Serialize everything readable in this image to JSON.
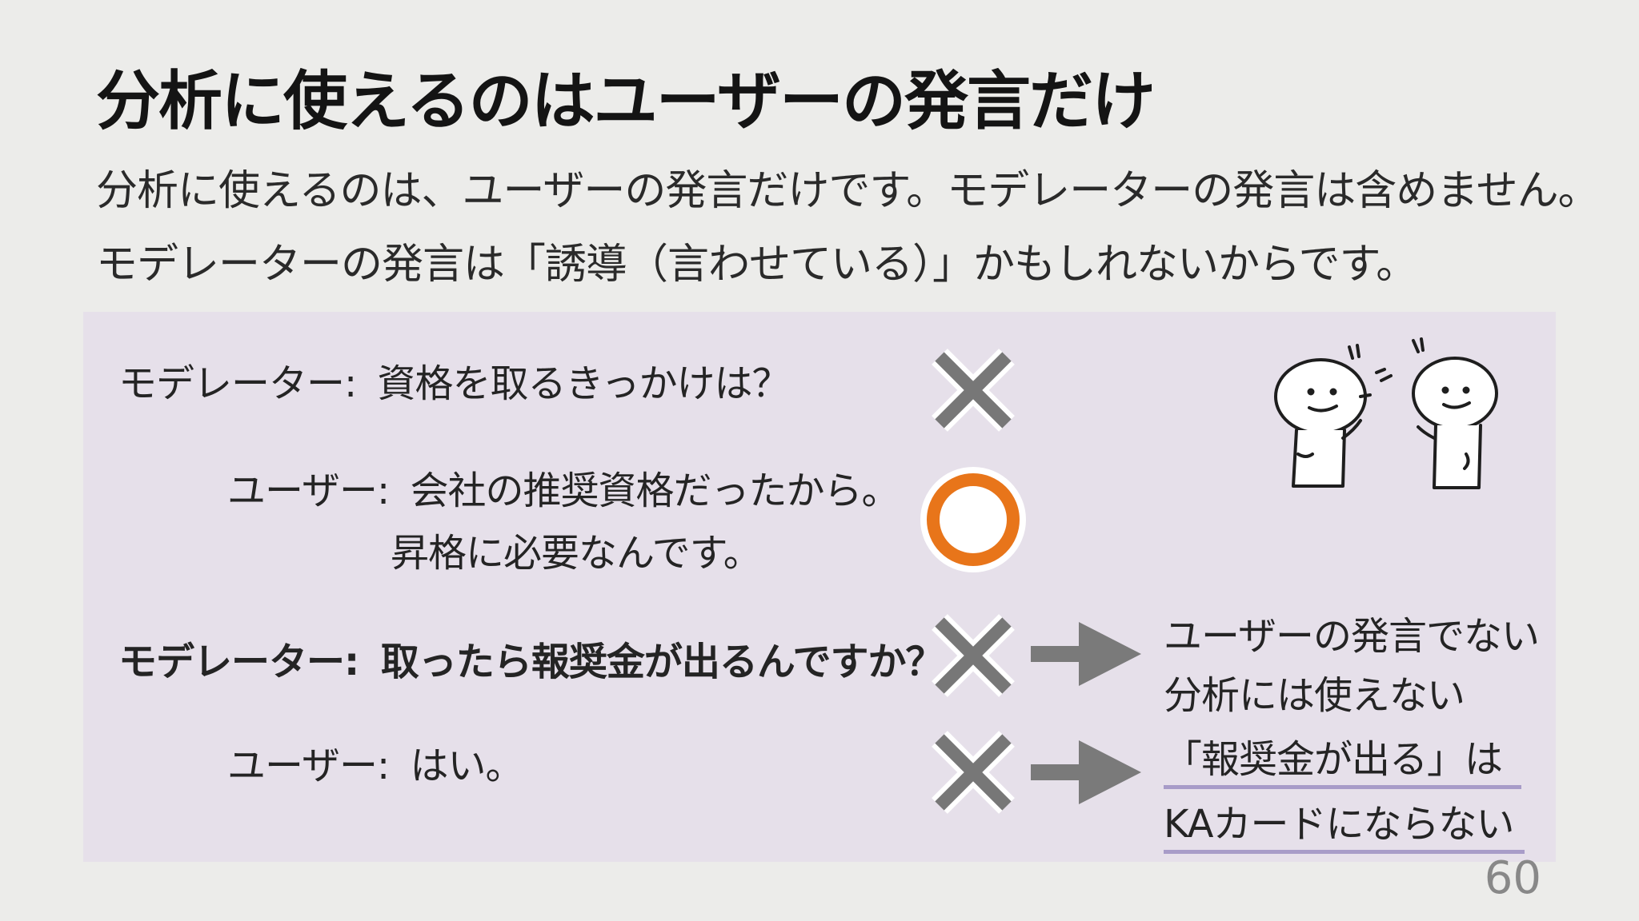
{
  "slide": {
    "title": "分析に使えるのはユーザーの発言だけ",
    "intro_line1": "分析に使えるのは、ユーザーの発言だけです。モデレーターの発言は含めません。",
    "intro_line2": "モデレーターの発言は「誘導（言わせている）」かもしれないからです。",
    "page_number": "60"
  },
  "dialogue": [
    {
      "speaker": "モデレーター:",
      "text": "資格を取るきっかけは？",
      "mark": "cross-icon"
    },
    {
      "speaker": "ユーザー:",
      "text": "会社の推奨資格だったから。",
      "text2": "昇格に必要なんです。",
      "mark": "circle-icon"
    },
    {
      "speaker": "モデレーター:",
      "text": "取ったら報奨金が出るんですか？",
      "mark": "cross-icon"
    },
    {
      "speaker": "ユーザー:",
      "text": "はい。",
      "mark": "cross-icon"
    }
  ],
  "notes": [
    {
      "line1": "ユーザーの発言でない",
      "line2": "分析には使えない"
    },
    {
      "line1": "「報奨金が出る」は",
      "line2": "KAカードにならない"
    }
  ],
  "colors": {
    "panel": "#e6e0ea",
    "cross": "#777777",
    "circle": "#e8751a",
    "arrow": "#7a7a7a",
    "underline": "#a89cc8"
  }
}
